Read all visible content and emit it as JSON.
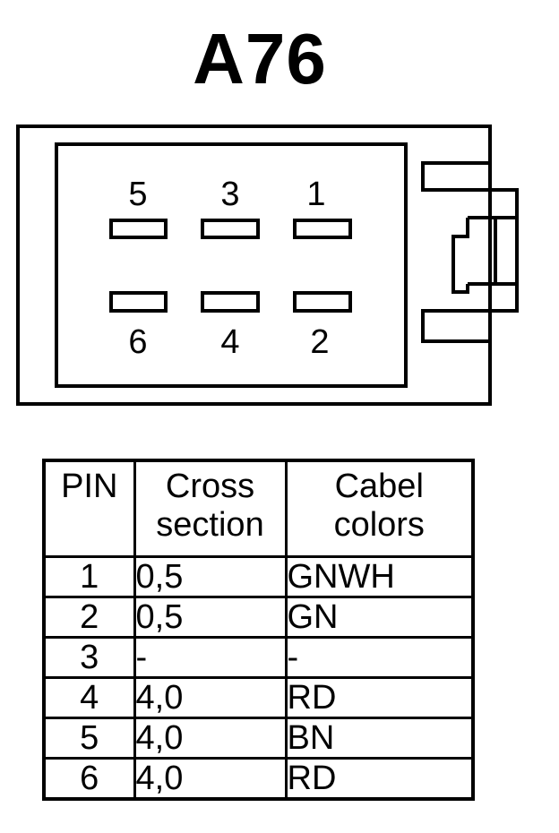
{
  "title": "A76",
  "connector": {
    "top_row_pins": [
      "5",
      "3",
      "1"
    ],
    "bottom_row_pins": [
      "6",
      "4",
      "2"
    ]
  },
  "table": {
    "headers": {
      "pin": "PIN",
      "cross_line1": "Cross",
      "cross_line2": "section",
      "colors_line1": "Cabel",
      "colors_line2": "colors"
    },
    "rows": [
      {
        "pin": "1",
        "cross_section": "0,5",
        "color": "GNWH"
      },
      {
        "pin": "2",
        "cross_section": "0,5",
        "color": "GN"
      },
      {
        "pin": "3",
        "cross_section": "-",
        "color": "-"
      },
      {
        "pin": "4",
        "cross_section": "4,0",
        "color": "RD"
      },
      {
        "pin": "5",
        "cross_section": "4,0",
        "color": "BN"
      },
      {
        "pin": "6",
        "cross_section": "4,0",
        "color": "RD"
      }
    ]
  }
}
